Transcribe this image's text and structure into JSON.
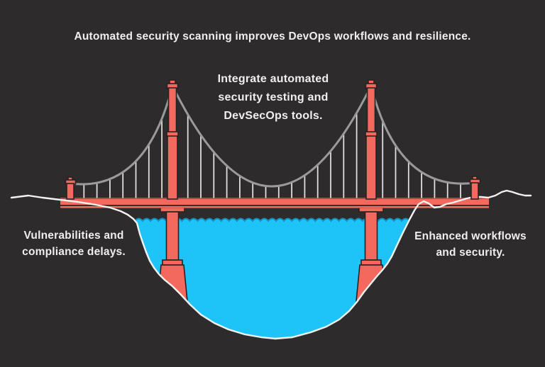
{
  "title": "Automated security scanning improves DevOps workflows and resilience.",
  "labels": {
    "bridge_top": "Integrate automated security testing and DevSecOps tools.",
    "left": "Vulnerabilities and compliance delays.",
    "right": "Enhanced workflows and security."
  },
  "colors": {
    "background": "#2d2b2c",
    "bridge_red": "#f4695e",
    "bridge_outline": "#262223",
    "deck_top_line": "#b24a42",
    "deck_separator": "#3b2d2c",
    "water_blue": "#1ec4f8",
    "water_edge": "#1290bf",
    "cable_gray": "#9a9a9a",
    "hanger_gray": "#dedede",
    "terrain_line": "#f2f2f2",
    "text": "#efefef"
  }
}
